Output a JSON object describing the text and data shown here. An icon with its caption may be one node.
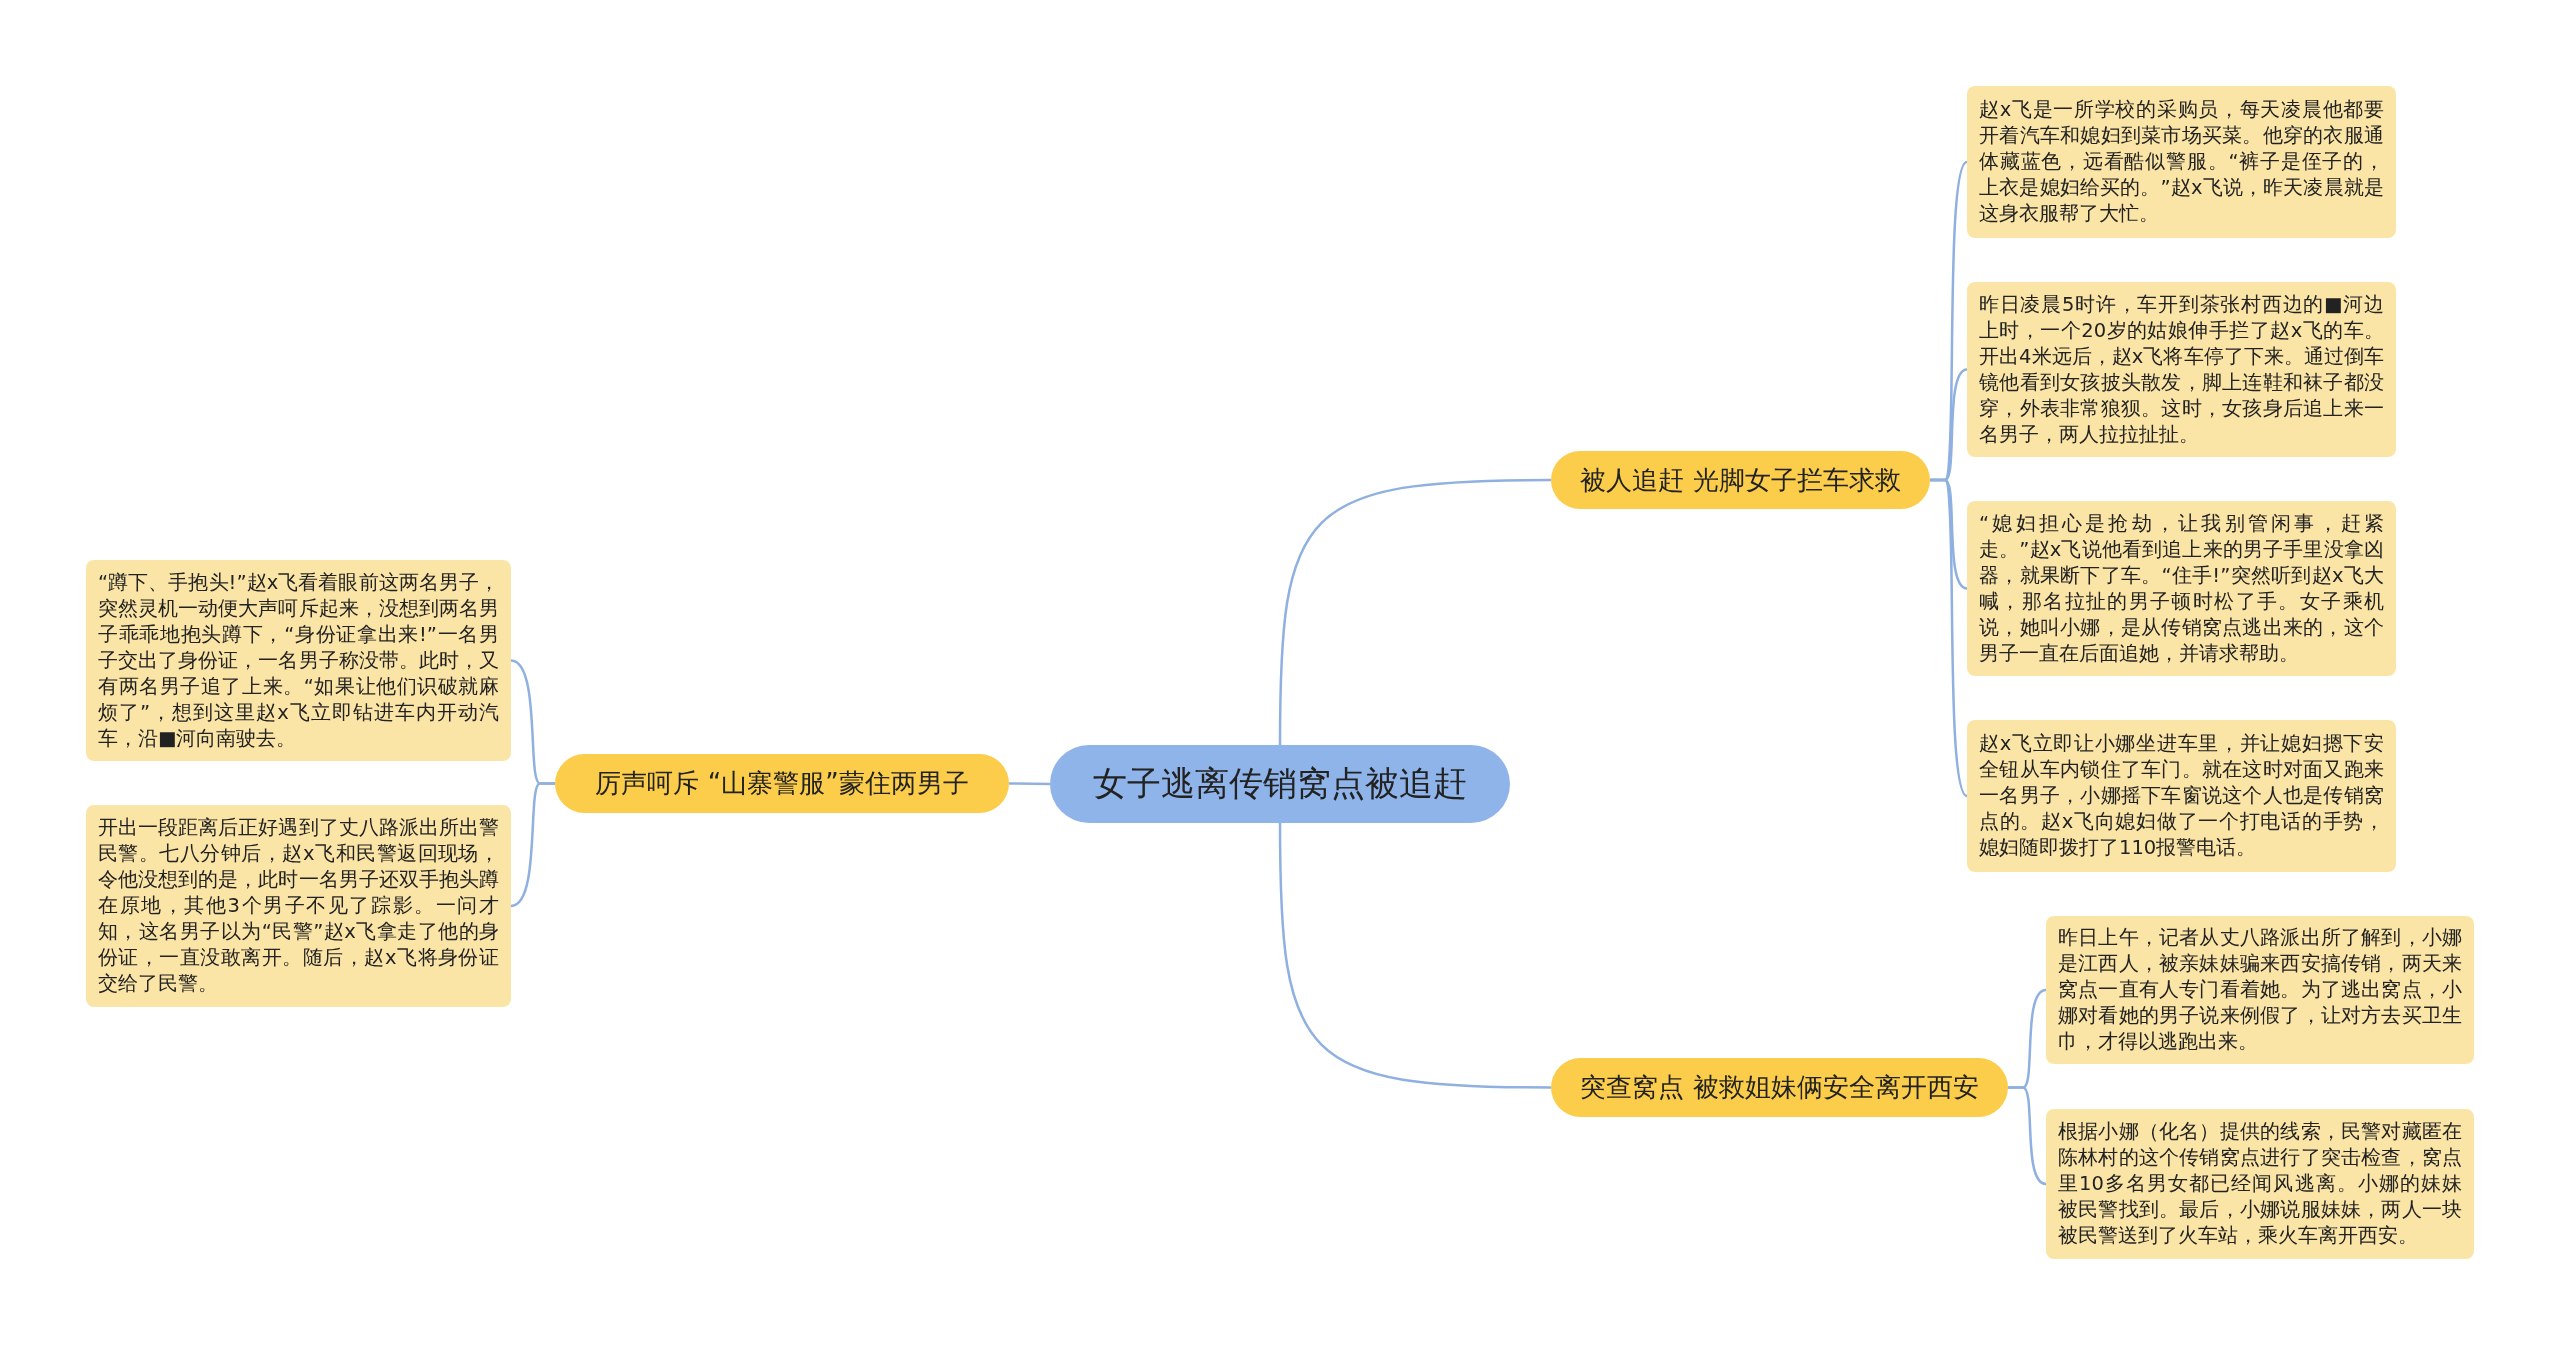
{
  "diagram": {
    "nodes": [
      {
        "text": [
          "女子逃离传销窝点被追赶"
        ]
      },
      {
        "text": [
          "被人追赶 光脚女子拦车求救"
        ]
      },
      {
        "text": [
          "赵x飞是一所学校的采购员，每天凌晨他都要开着汽车和媳妇到菜市场买菜。他穿的衣服通体藏蓝色，远看酷似警服。“裤子是侄子的，上衣是媳妇给买的。”赵x飞说，昨天凌晨就是这身衣服帮了大忙。"
        ]
      },
      {
        "text": [
          "昨日凌晨5时许，车开到茶张村西边的■河边上时，一个20岁的姑娘伸手拦了赵x飞的车。开出4米远后，赵x飞将车停了下来。通过倒车镜他看到女孩披头散发，脚上连鞋和袜子都没穿，外表非常狼狈。这时，女孩身后追上来一名男子，两人拉拉扯扯。"
        ]
      },
      {
        "text": [
          "“媳妇担心是抢劫，让我别管闲事，赶紧走。”赵x飞说他看到追上来的男子手里没拿凶器，就果断下了车。“住手!”突然听到赵x飞大喊，那名拉扯的男子顿时松了手。女子乘机说，她叫小娜，是从传销窝点逃出来的，这个男子一直在后面追她，并请求帮助。"
        ]
      },
      {
        "text": [
          "赵x飞立即让小娜坐进车里，并让媳妇摁下安全钮从车内锁住了车门。就在这时对面又跑来一名男子，小娜摇下车窗说这个人也是传销窝点的。赵x飞向媳妇做了一个打电话的手势，媳妇随即拨打了110报警电话。"
        ]
      },
      {
        "text": [
          "突查窝点 被救姐妹俩安全离开西安"
        ]
      },
      {
        "text": [
          "昨日上午，记者从丈八路派出所了解到，小娜是江西人，被亲妹妹骗来西安搞传销，两天来窝点一直有人专门看着她。为了逃出窝点，小娜对看她的男子说来例假了，让对方去买卫生巾，才得以逃跑出来。"
        ]
      },
      {
        "text": [
          "根据小娜（化名）提供的线索，民警对藏匿在陈林村的这个传销窝点进行了突击检查，窝点里10多名男女都已经闻风逃离。小娜的妹妹被民警找到。最后，小娜说服妹妹，两人一块被民警送到了火车站，乘火车离开西安。"
        ]
      },
      {
        "text": [
          "厉声呵斥 “山寨警服”蒙住两男子"
        ]
      },
      {
        "text": [
          "“蹲下、手抱头!”赵x飞看着眼前这两名男子，突然灵机一动便大声呵斥起来，没想到两名男子乖乖地抱头蹲下，“身份证拿出来!”一名男子交出了身份证，一名男子称没带。此时，又有两名男子追了上来。“如果让他们识破就麻烦了”，想到这里赵x飞立即钻进车内开动汽车，沿■河向南驶去。"
        ]
      },
      {
        "text": [
          "开出一段距离后正好遇到了丈八路派出所出警民警。七八分钟后，赵x飞和民警返回现场，令他没想到的是，此时一名男子还双手抱头蹲在原地，其他3个男子不见了踪影。一问才知，这名男子以为“民警”赵x飞拿走了他的身份证，一直没敢离开。随后，赵x飞将身份证交给了民警。"
        ]
      }
    ],
    "edges": [
      {
        "from": 0,
        "to": 1,
        "arrow": "none"
      },
      {
        "from": 0,
        "to": 6,
        "arrow": "none"
      },
      {
        "from": 0,
        "to": 9,
        "arrow": "none"
      },
      {
        "from": 1,
        "to": 2,
        "arrow": "none"
      },
      {
        "from": 1,
        "to": 3,
        "arrow": "none"
      },
      {
        "from": 1,
        "to": 4,
        "arrow": "none"
      },
      {
        "from": 1,
        "to": 5,
        "arrow": "none"
      },
      {
        "from": 6,
        "to": 7,
        "arrow": "none"
      },
      {
        "from": 6,
        "to": 8,
        "arrow": "none"
      },
      {
        "from": 9,
        "to": 10,
        "arrow": "none"
      },
      {
        "from": 9,
        "to": 11,
        "arrow": "none"
      }
    ]
  }
}
